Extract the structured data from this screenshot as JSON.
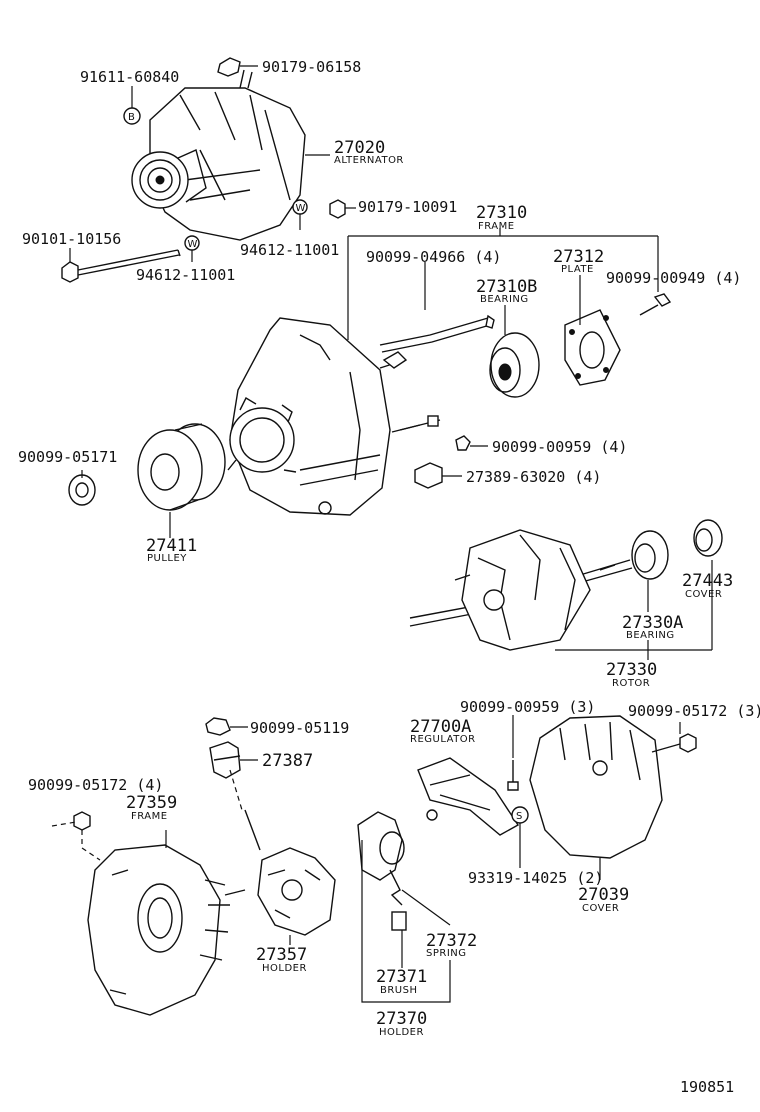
{
  "callouts": {
    "p91611_60840": "91611-60840",
    "p90179_06158": "90179-06158",
    "p27020": "27020",
    "alternator": "ALTERNATOR",
    "p90101_10156": "90101-10156",
    "p94612_11001_a": "94612-11001",
    "p94612_11001_b": "94612-11001",
    "p90179_10091": "90179-10091",
    "p27310": "27310",
    "frame_top": "FRAME",
    "p90099_04966": "90099-04966 (4)",
    "p27312": "27312",
    "plate": "PLATE",
    "p90099_00949": "90099-00949 (4)",
    "p27310B": "27310B",
    "bearing_a": "BEARING",
    "p90099_05171": "90099-05171",
    "p90099_00959_4": "90099-00959 (4)",
    "p27389_63020": "27389-63020 (4)",
    "p27411": "27411",
    "pulley": "PULLEY",
    "p27443": "27443",
    "cover_a": "COVER",
    "p27330A": "27330A",
    "bearing_b": "BEARING",
    "p27330": "27330",
    "rotor": "ROTOR",
    "p90099_05119": "90099-05119",
    "p27700A": "27700A",
    "regulator": "REGULATOR",
    "p90099_00959_3": "90099-00959 (3)",
    "p90099_05172_3": "90099-05172 (3)",
    "p27387": "27387",
    "p90099_05172_4": "90099-05172 (4)",
    "p27359": "27359",
    "frame_bottom": "FRAME",
    "p93319_14025": "93319-14025 (2)",
    "p27039": "27039",
    "cover_b": "COVER",
    "p27372": "27372",
    "spring": "SPRING",
    "p27357": "27357",
    "holder_a": "HOLDER",
    "p27371": "27371",
    "brush": "BRUSH",
    "p27370": "27370",
    "holder_b": "HOLDER",
    "drawing_number": "190851"
  },
  "symbols": {
    "washer_b": "B",
    "washer_w1": "W",
    "washer_w2": "W",
    "washer_s": "S"
  },
  "icons": {
    "alternator": "alternator-assembly",
    "frame": "drive-end-frame",
    "rotor": "rotor-shaft",
    "pulley": "pulley",
    "cover": "rear-end-cover"
  },
  "colors": {
    "ink": "#111111",
    "paper": "#ffffff"
  }
}
